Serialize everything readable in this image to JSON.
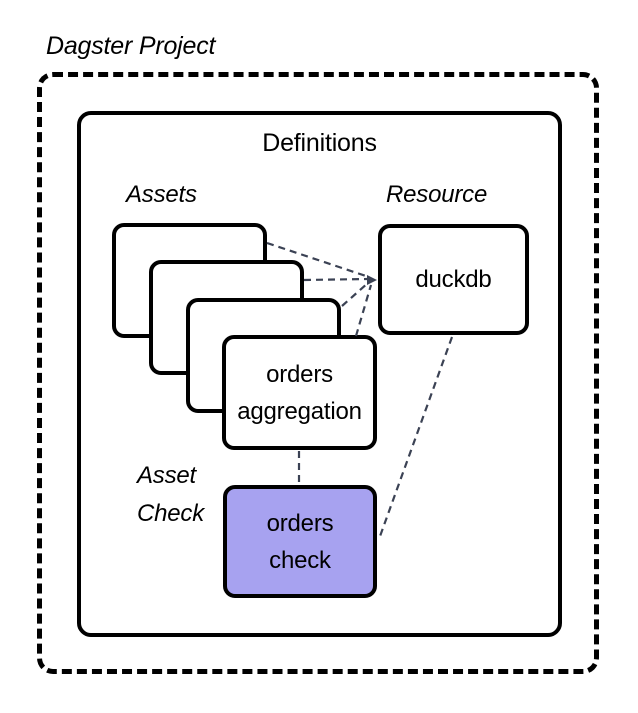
{
  "project": {
    "title": "Dagster Project"
  },
  "definitions": {
    "label": "Definitions"
  },
  "labels": {
    "assets": "Assets",
    "resource": "Resource",
    "asset_check": "Asset Check"
  },
  "nodes": {
    "orders_aggregation": "orders aggregation",
    "duckdb": "duckdb",
    "orders_check": "orders check"
  },
  "colors": {
    "asset_check_fill": "#a7a2f0",
    "connector": "#3b4254",
    "box_border": "#000000",
    "background": "#ffffff"
  }
}
